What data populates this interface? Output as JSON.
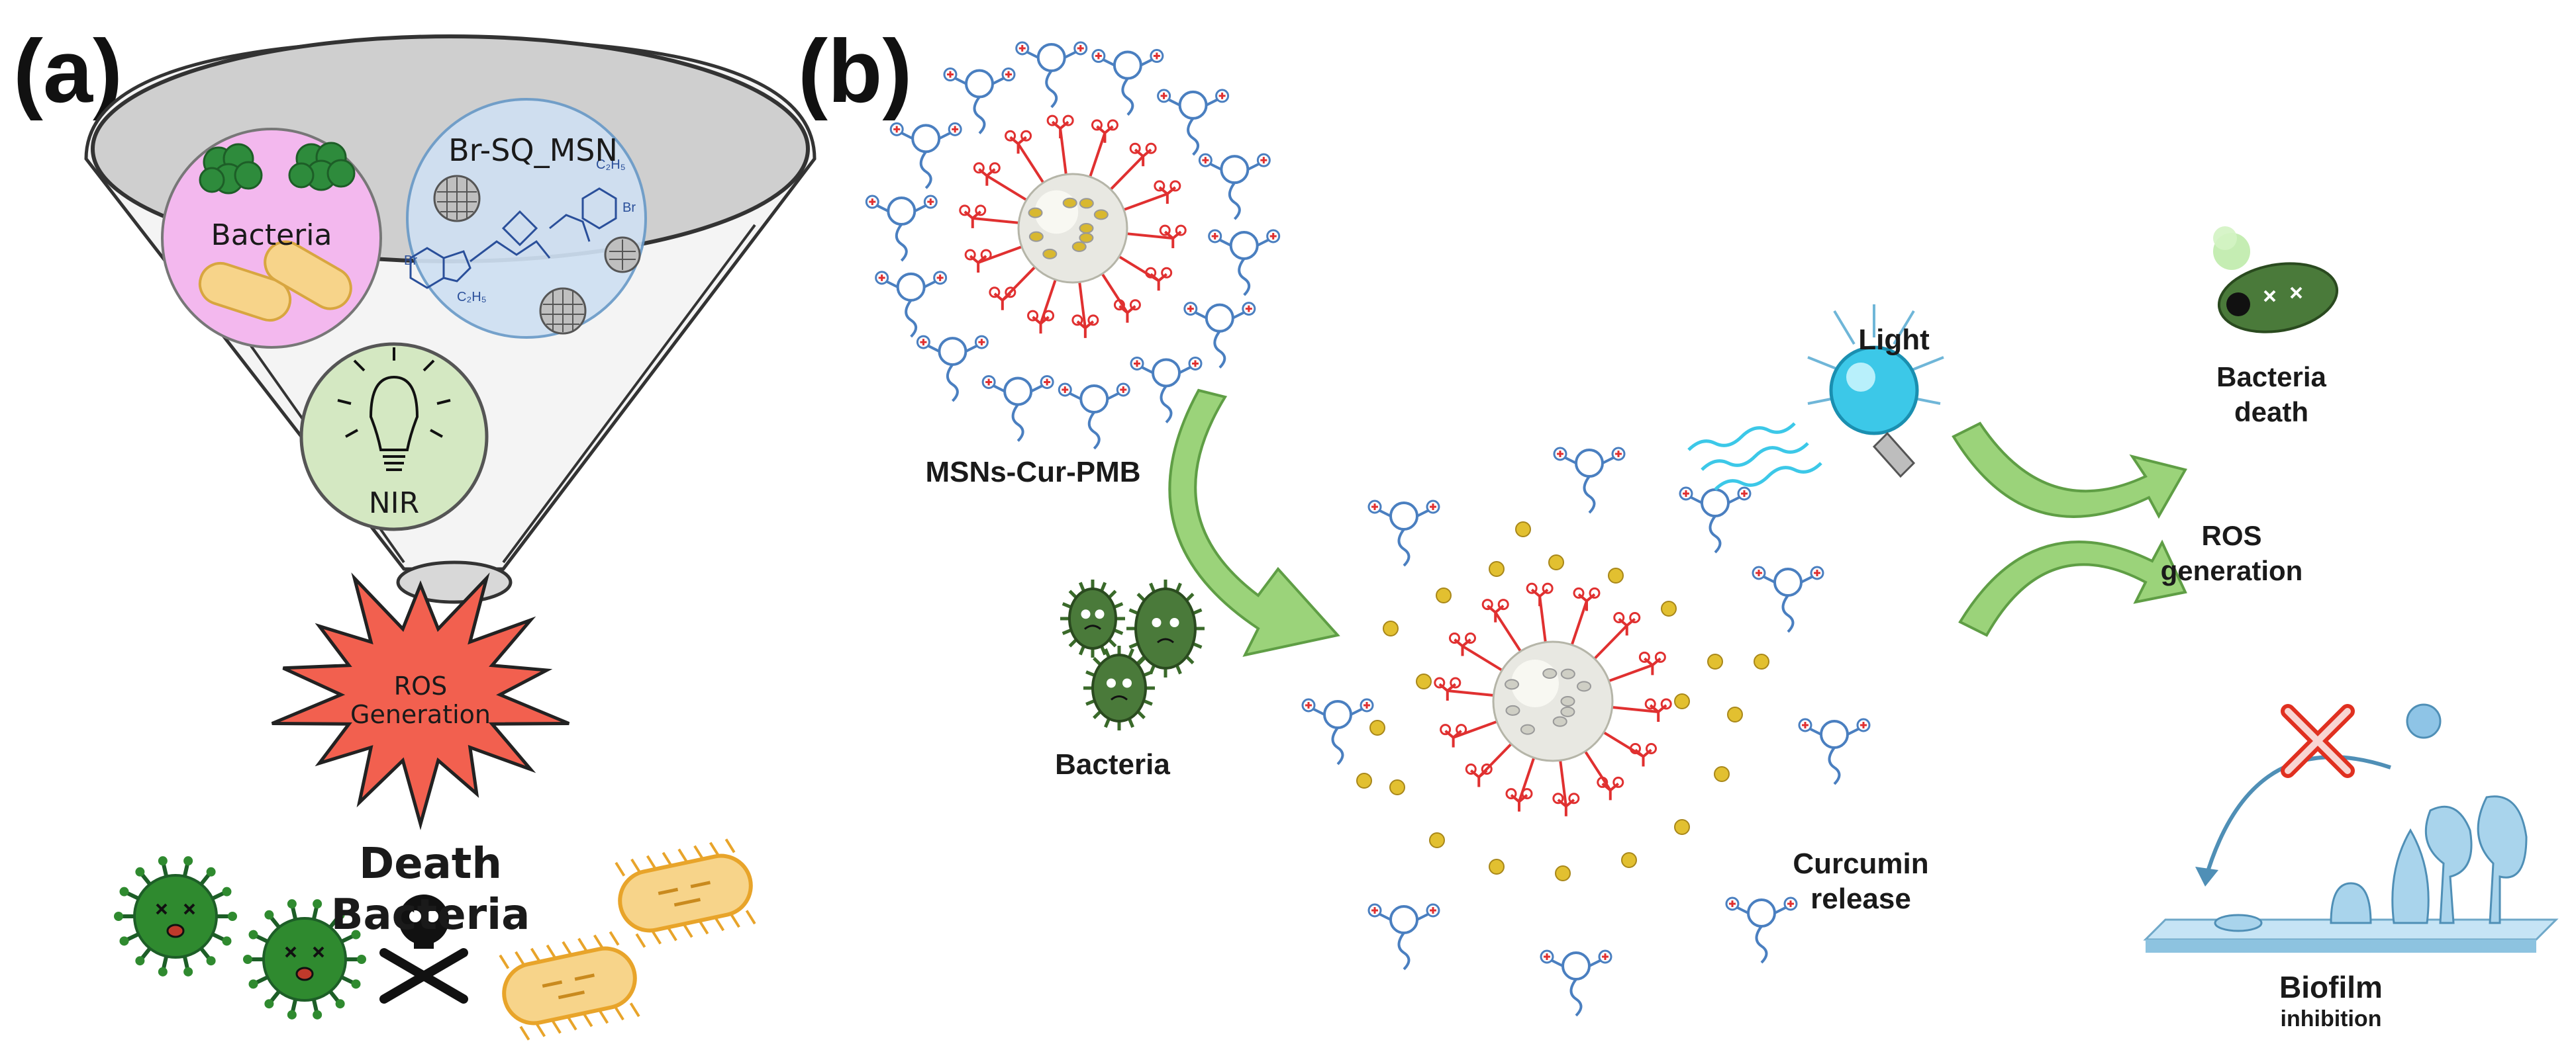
{
  "panel_a": {
    "label": "(a)",
    "bacteria_label": "Bacteria",
    "nanoparticle_label": "Br-SQ_MSN",
    "nir_label": "NIR",
    "ros_line1": "ROS",
    "ros_line2": "Generation",
    "death_label": "Death Bacteria",
    "chem_sub_1": "C₂H₅",
    "chem_sub_2": "C₂H₅",
    "chem_br_1": "Br",
    "chem_br_2": "Br",
    "colors": {
      "funnel": "#cfcfcf",
      "bacteria_circle": "#f3b8ee",
      "msn_circle": "#cfe0f2",
      "nir_circle": "#d4e8c2",
      "ros_star": "#f2604f",
      "virus": "#2f8a2f",
      "rod_bacteria": "#f5c451"
    }
  },
  "panel_b": {
    "label": "(b)",
    "msn_label": "MSNs-Cur-PMB",
    "bacteria_label": "Bacteria",
    "light_label": "Light",
    "curcumin_line1": "Curcumin",
    "curcumin_line2": "release",
    "bacteria_death_line1": "Bacteria",
    "bacteria_death_line2": "death",
    "ros_line1": "ROS",
    "ros_line2": "generation",
    "biofilm_line1": "Biofilm",
    "biofilm_line2": "inhibition",
    "colors": {
      "arrow": "#9bd37a",
      "polymer": "#4a7fc0",
      "linker": "#e03030",
      "particle": "#e2c030",
      "bulb": "#3cc8e8"
    }
  }
}
